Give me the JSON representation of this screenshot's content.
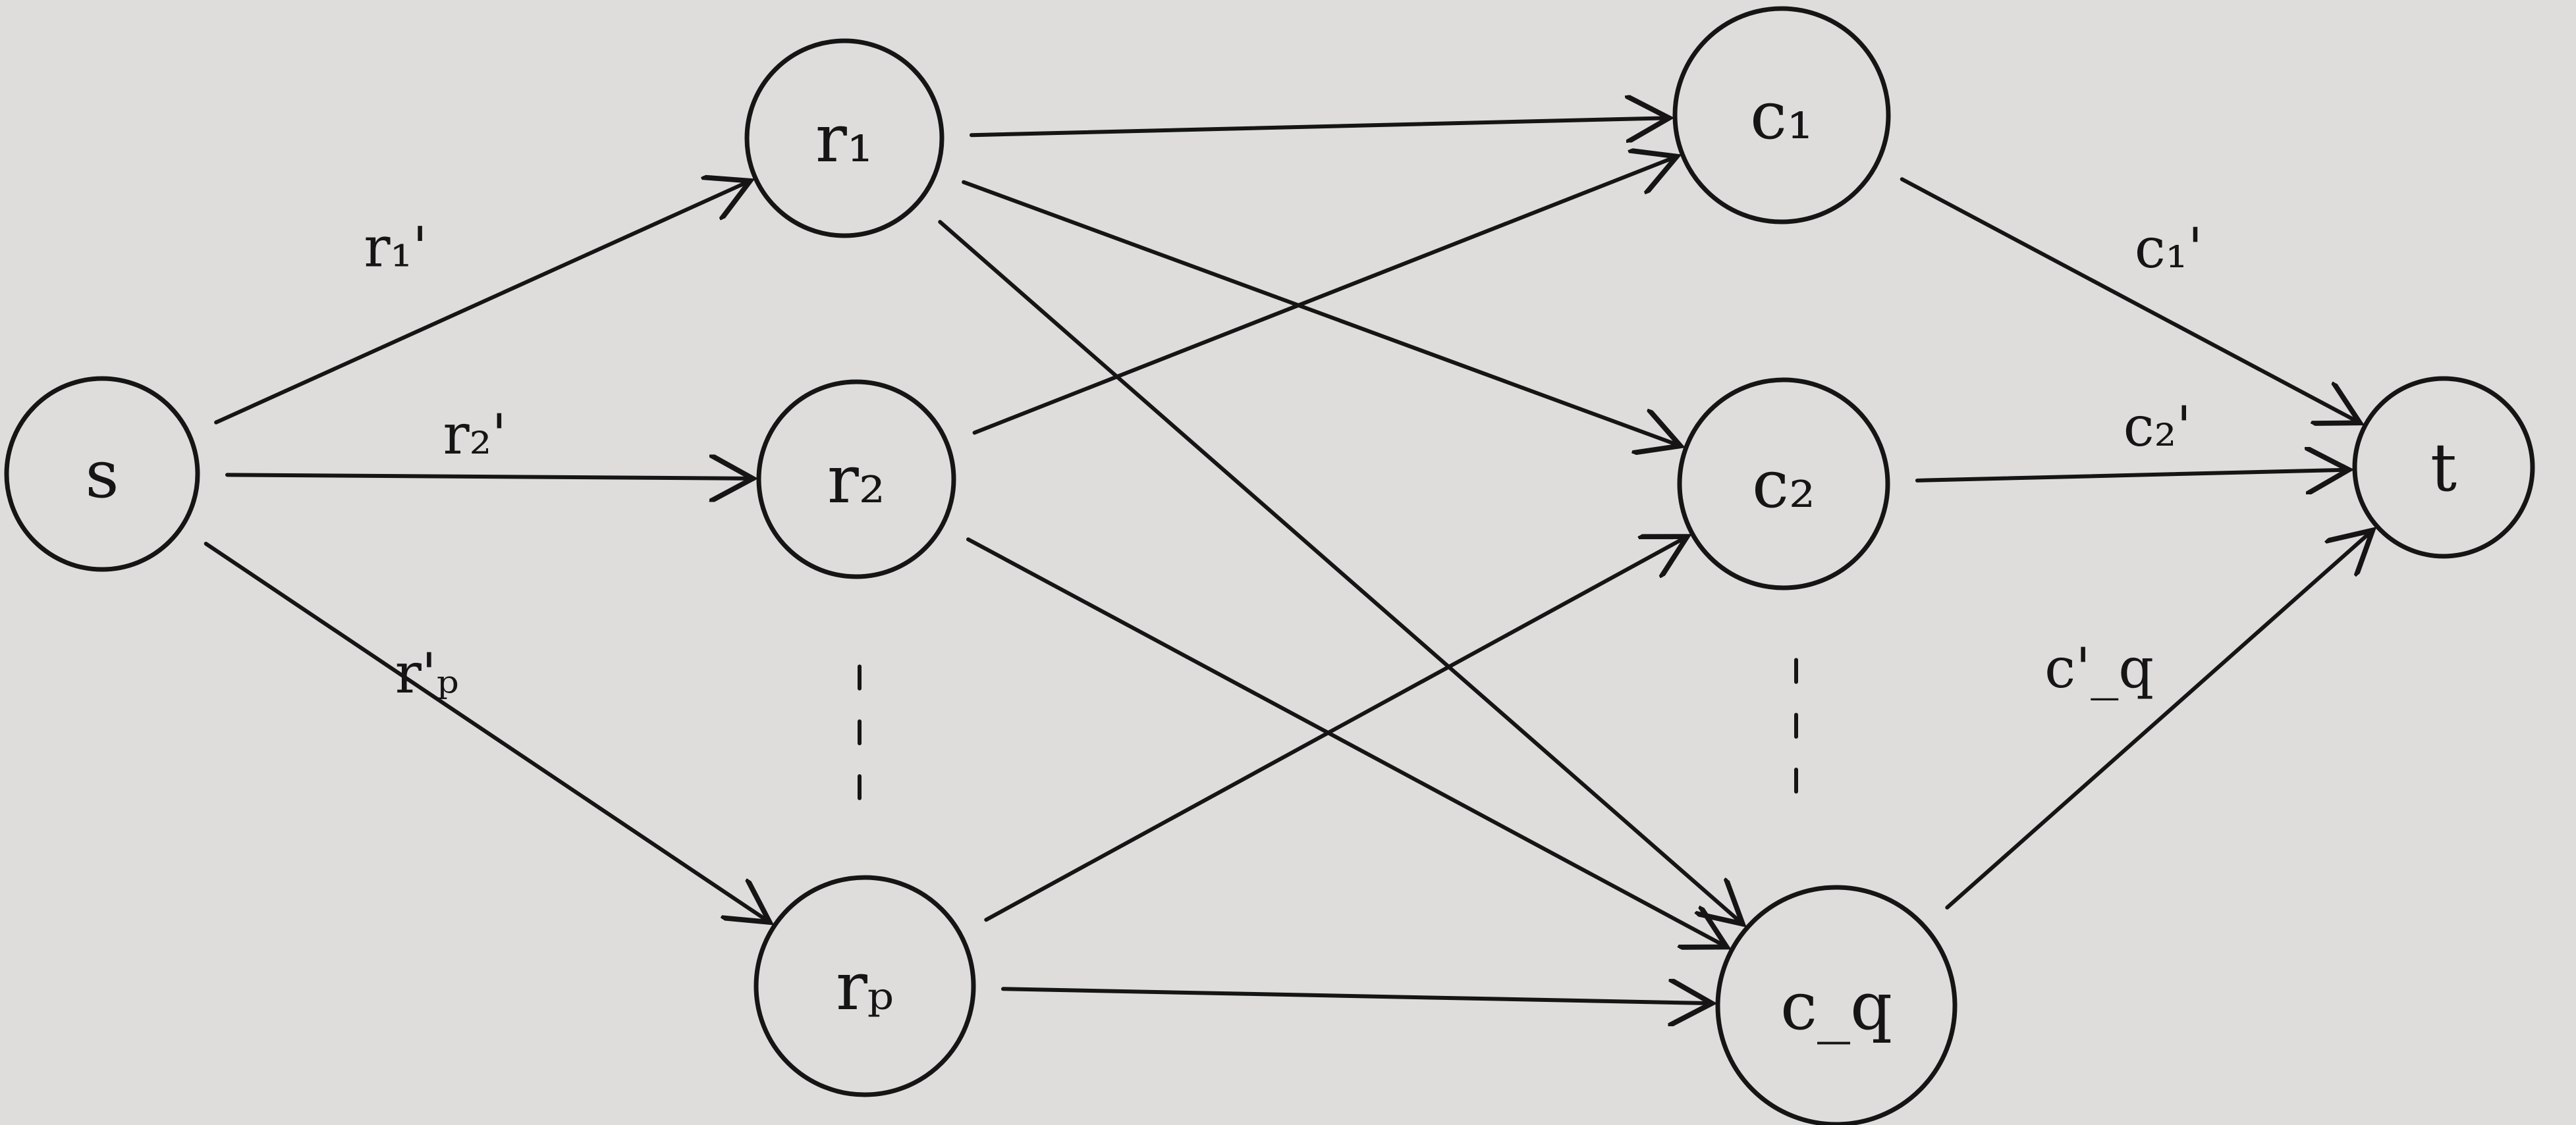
{
  "colors": {
    "paper": "#dedddb",
    "ink": "#151515"
  },
  "nodes": [
    {
      "id": "s",
      "label": "s"
    },
    {
      "id": "r1",
      "label": "r₁"
    },
    {
      "id": "r2",
      "label": "r₂"
    },
    {
      "id": "rp",
      "label": "rₚ"
    },
    {
      "id": "c1",
      "label": "c₁"
    },
    {
      "id": "c2",
      "label": "c₂"
    },
    {
      "id": "cq",
      "label": "c_q"
    },
    {
      "id": "t",
      "label": "t"
    }
  ],
  "edges": [
    {
      "from": "s",
      "to": "r1",
      "label": "r₁'"
    },
    {
      "from": "s",
      "to": "r2",
      "label": "r₂'"
    },
    {
      "from": "s",
      "to": "rp",
      "label": "r'ₚ"
    },
    {
      "from": "r1",
      "to": "c1",
      "label": ""
    },
    {
      "from": "r1",
      "to": "c2",
      "label": ""
    },
    {
      "from": "r1",
      "to": "cq",
      "label": ""
    },
    {
      "from": "r2",
      "to": "c1",
      "label": ""
    },
    {
      "from": "r2",
      "to": "cq",
      "label": ""
    },
    {
      "from": "rp",
      "to": "c2",
      "label": ""
    },
    {
      "from": "rp",
      "to": "cq",
      "label": ""
    },
    {
      "from": "c1",
      "to": "t",
      "label": "c₁'"
    },
    {
      "from": "c2",
      "to": "t",
      "label": "c₂'"
    },
    {
      "from": "cq",
      "to": "t",
      "label": "c'_q"
    }
  ],
  "ellipses": [
    {
      "id": "row-ellipsis",
      "between": [
        "r2",
        "rp"
      ]
    },
    {
      "id": "col-ellipsis",
      "between": [
        "c2",
        "cq"
      ]
    }
  ]
}
